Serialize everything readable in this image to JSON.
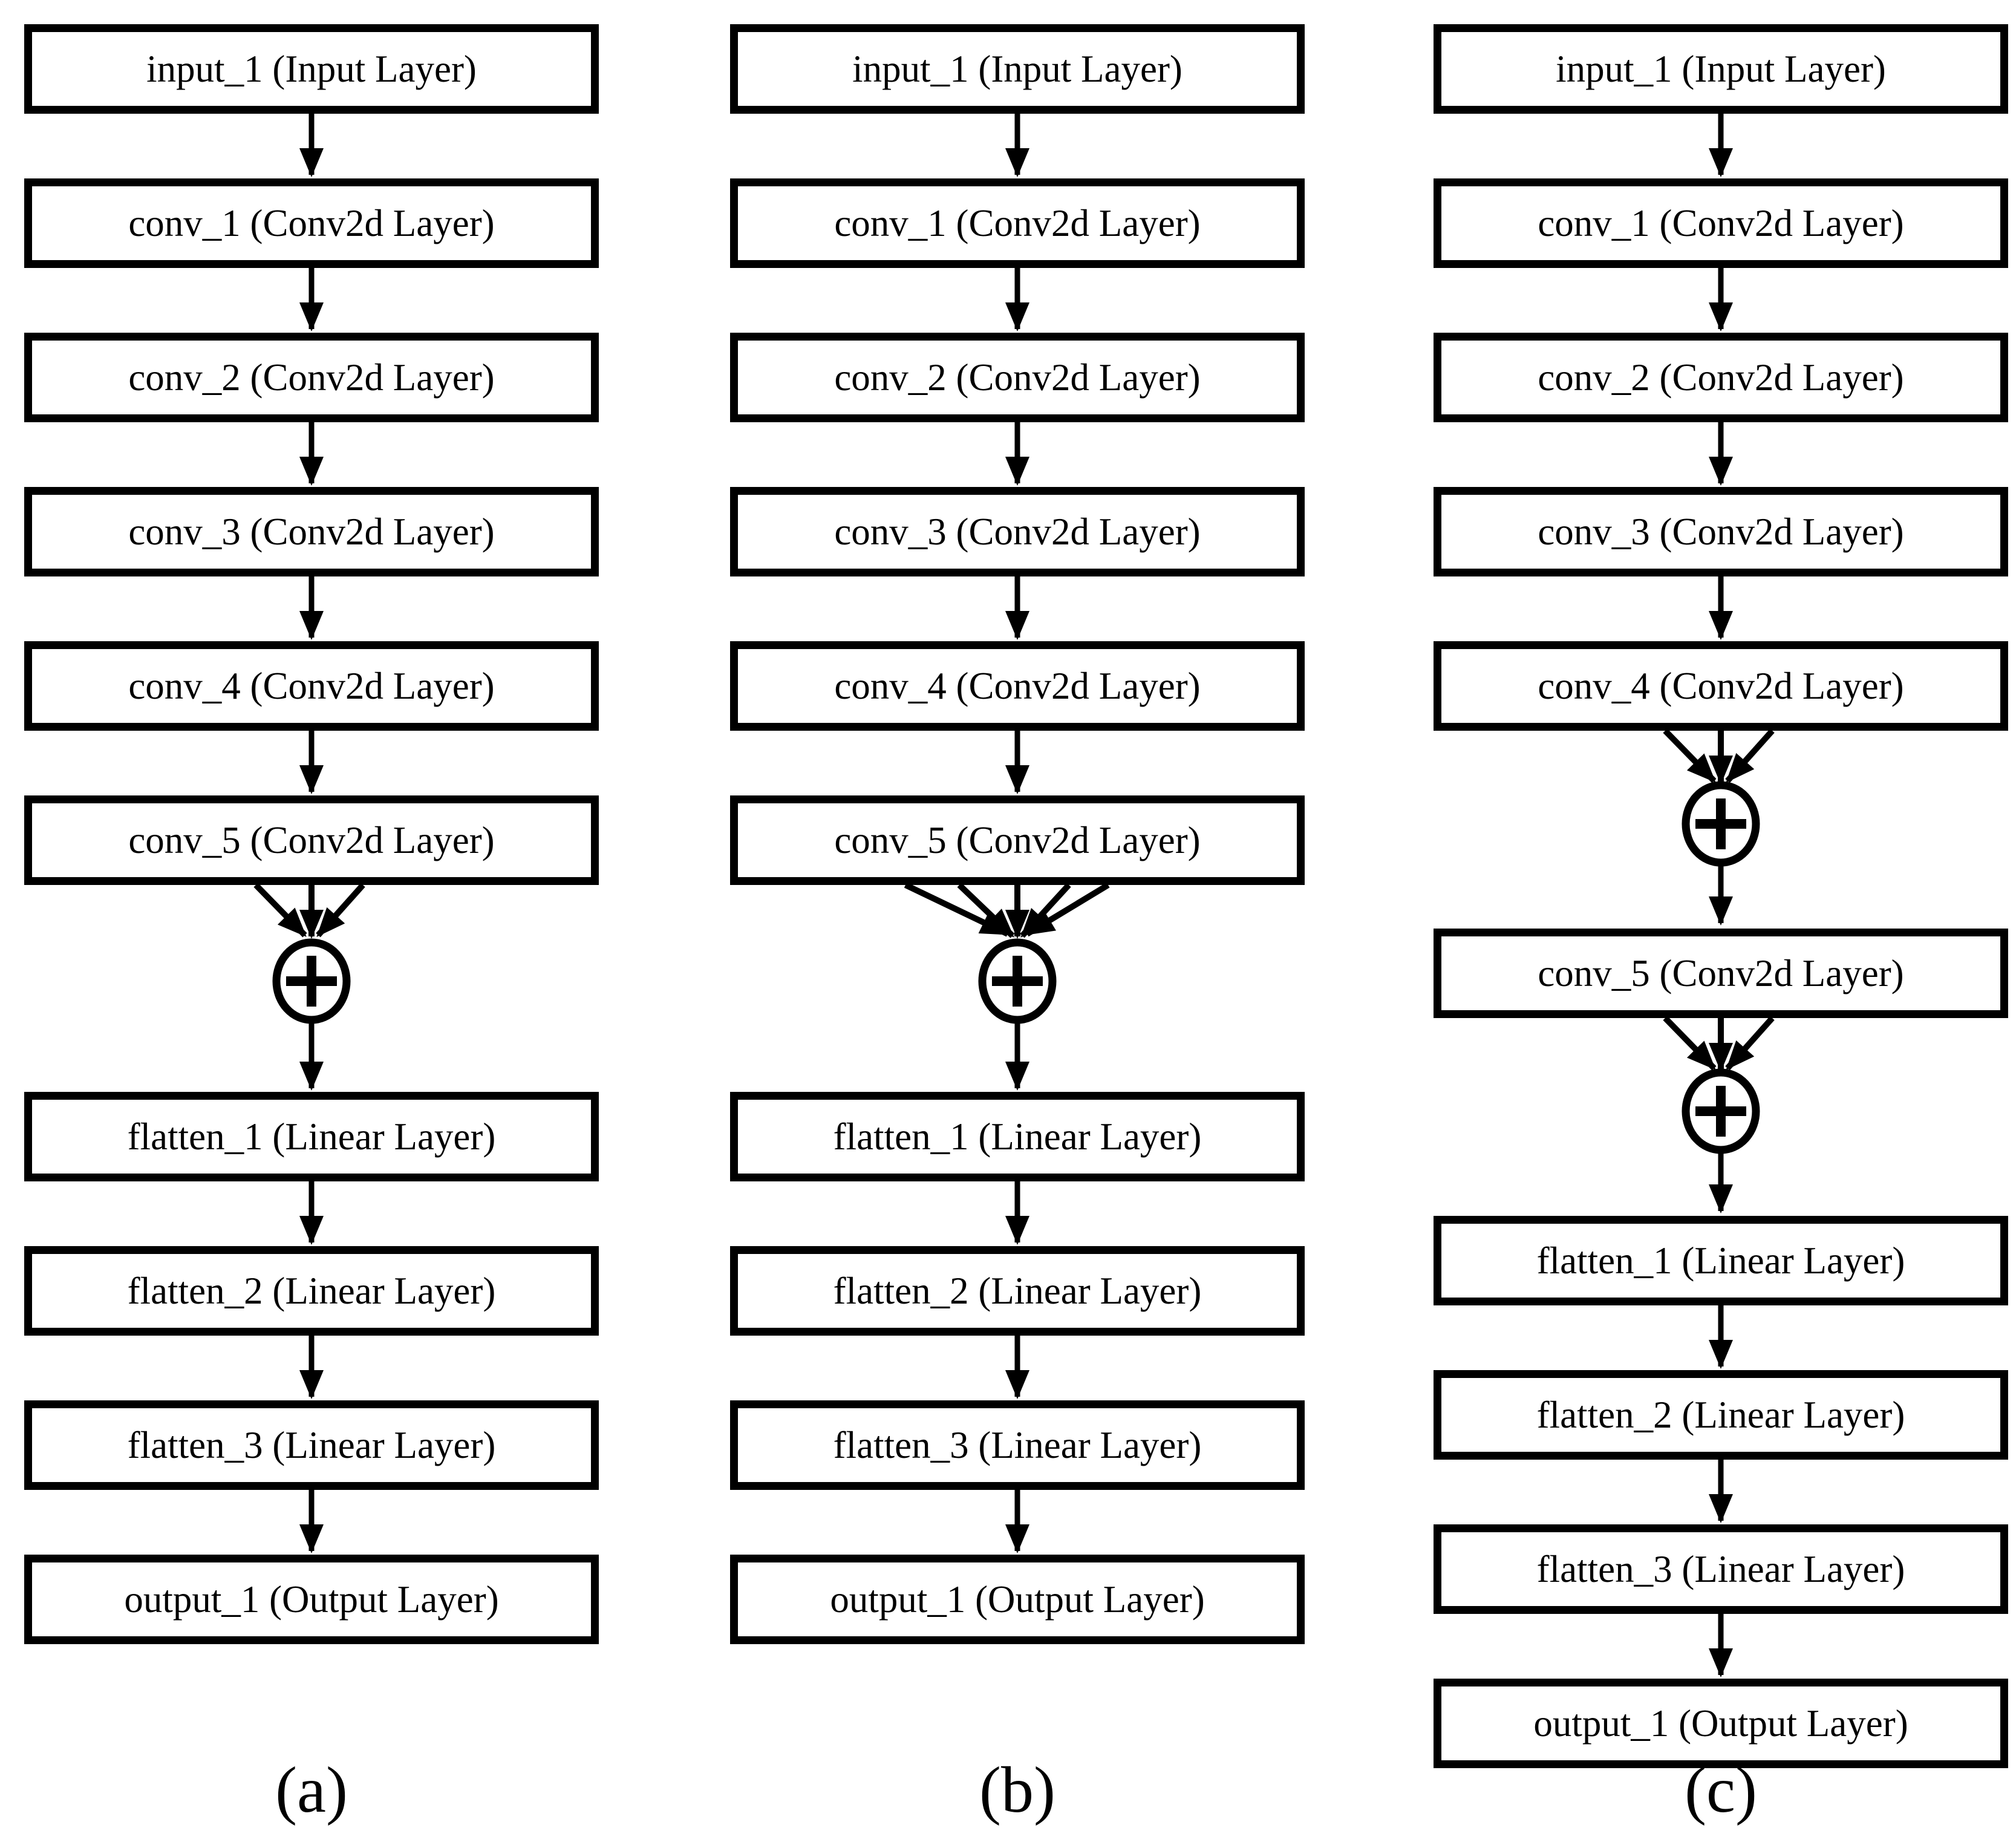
{
  "figure": {
    "description": "Three CNN architecture flow diagrams with additive skip-connection merge operators",
    "add_operator_symbol": "+",
    "columns": [
      {
        "caption": "(a)",
        "boxes": [
          {
            "label": "input_1 (Input Layer)"
          },
          {
            "label": "conv_1 (Conv2d Layer)"
          },
          {
            "label": "conv_2 (Conv2d Layer)"
          },
          {
            "label": "conv_3 (Conv2d Layer)"
          },
          {
            "label": "conv_4 (Conv2d Layer)"
          },
          {
            "label": "conv_5 (Conv2d Layer)"
          },
          {
            "label": "flatten_1 (Linear Layer)"
          },
          {
            "label": "flatten_2 (Linear Layer)"
          },
          {
            "label": "flatten_3 (Linear Layer)"
          },
          {
            "label": "output_1 (Output Layer)"
          }
        ],
        "adders": [
          {
            "position": "between conv_5 and flatten_1",
            "incoming_edges": 3
          }
        ]
      },
      {
        "caption": "(b)",
        "boxes": [
          {
            "label": "input_1 (Input Layer)"
          },
          {
            "label": "conv_1 (Conv2d Layer)"
          },
          {
            "label": "conv_2 (Conv2d Layer)"
          },
          {
            "label": "conv_3 (Conv2d Layer)"
          },
          {
            "label": "conv_4 (Conv2d Layer)"
          },
          {
            "label": "conv_5 (Conv2d Layer)"
          },
          {
            "label": "flatten_1 (Linear Layer)"
          },
          {
            "label": "flatten_2 (Linear Layer)"
          },
          {
            "label": "flatten_3 (Linear Layer)"
          },
          {
            "label": "output_1 (Output Layer)"
          }
        ],
        "adders": [
          {
            "position": "between conv_5 and flatten_1",
            "incoming_edges": 5
          }
        ]
      },
      {
        "caption": "(c)",
        "boxes": [
          {
            "label": "input_1 (Input Layer)"
          },
          {
            "label": "conv_1 (Conv2d Layer)"
          },
          {
            "label": "conv_2 (Conv2d Layer)"
          },
          {
            "label": "conv_3 (Conv2d Layer)"
          },
          {
            "label": "conv_4 (Conv2d Layer)"
          },
          {
            "label": "conv_5 (Conv2d Layer)"
          },
          {
            "label": "flatten_1 (Linear Layer)"
          },
          {
            "label": "flatten_2 (Linear Layer)"
          },
          {
            "label": "flatten_3 (Linear Layer)"
          },
          {
            "label": "output_1 (Output Layer)"
          }
        ],
        "adders": [
          {
            "position": "between conv_4 and conv_5",
            "incoming_edges": 3
          },
          {
            "position": "between conv_5 and flatten_1",
            "incoming_edges": 3
          }
        ]
      }
    ]
  },
  "colors": {
    "ink": "#000000",
    "background": "#ffffff"
  }
}
